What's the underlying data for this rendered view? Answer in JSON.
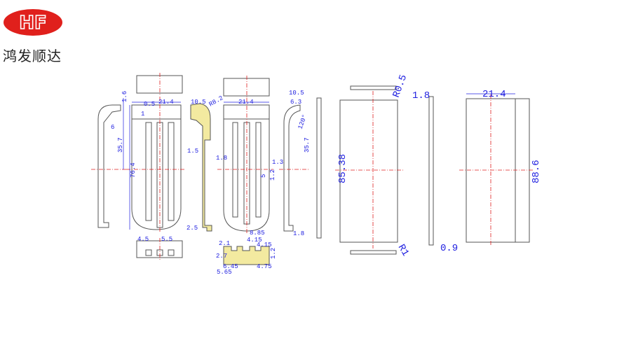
{
  "logo": {
    "mark": "HF",
    "color": "#e0201c"
  },
  "brand_name": "鸿发顺达",
  "dims": {
    "side1": [
      "1.6",
      "6",
      "35.7"
    ],
    "front1": [
      "76.4",
      "0.5",
      "21.4",
      "1"
    ],
    "bottom1": [
      "4.5",
      "5.5"
    ],
    "section": [
      "10.5",
      "R8.2",
      "1.5",
      "1.8",
      "2.5"
    ],
    "front2": [
      "21.4",
      "1.3",
      "5",
      "1.2",
      "8.85"
    ],
    "bottom2": [
      "2.1",
      "4.15",
      "4.15",
      "1.2",
      "2.7",
      "6.45",
      "5.65",
      "4.75"
    ],
    "side2": [
      "10.5",
      "6.3",
      "120°",
      "35.7",
      "1.8"
    ],
    "plate1": [
      "R0.5",
      "85.38",
      "R1"
    ],
    "plate2": [
      "1.8",
      "0.9"
    ],
    "plate3": [
      "21.4",
      "88.6"
    ]
  }
}
